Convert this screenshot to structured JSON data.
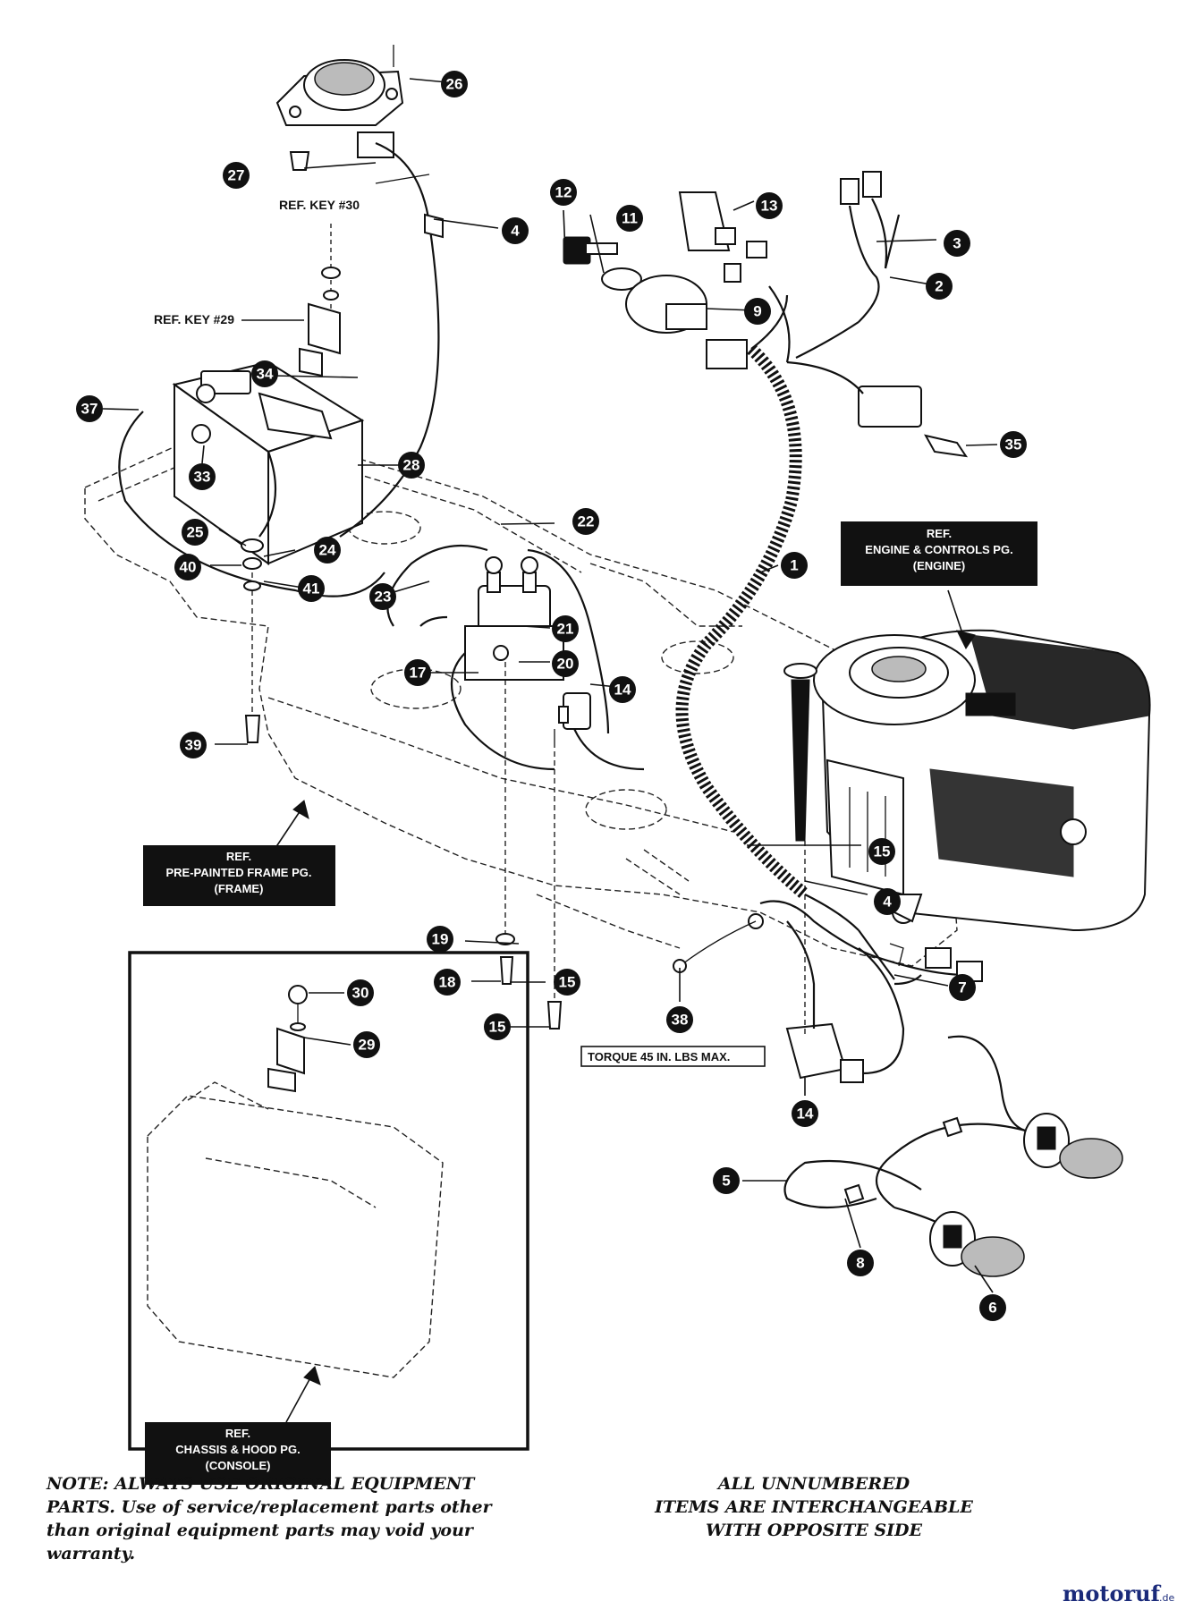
{
  "callouts": {
    "c1": "1",
    "c2": "2",
    "c3": "3",
    "c4a": "4",
    "c4b": "4",
    "c5": "5",
    "c6": "6",
    "c7": "7",
    "c8": "8",
    "c9": "9",
    "c11": "11",
    "c12": "12",
    "c13": "13",
    "c14a": "14",
    "c14b": "14",
    "c15a": "15",
    "c15b": "15",
    "c15c": "15",
    "c17": "17",
    "c18": "18",
    "c19": "19",
    "c20": "20",
    "c21": "21",
    "c22": "22",
    "c23": "23",
    "c24": "24",
    "c25": "25",
    "c26": "26",
    "c27": "27",
    "c28": "28",
    "c29": "29",
    "c30": "30",
    "c33": "33",
    "c34": "34",
    "c35": "35",
    "c37": "37",
    "c38": "38",
    "c39": "39",
    "c40": "40",
    "c41": "41"
  },
  "labels": {
    "ref_key_30": "REF. KEY #30",
    "ref_key_29": "REF. KEY #29",
    "torque": "TORQUE 45 IN. LBS MAX."
  },
  "ref_boxes": {
    "engine": [
      "REF.",
      "ENGINE & CONTROLS PG.",
      "(ENGINE)"
    ],
    "frame": [
      "REF.",
      "PRE-PAINTED FRAME PG.",
      "(FRAME)"
    ],
    "chassis": [
      "REF.",
      "CHASSIS & HOOD PG.",
      "(CONSOLE)"
    ]
  },
  "notes": {
    "left": [
      "NOTE: ALWAYS USE ORIGINAL EQUIPMENT",
      "PARTS. Use of service/replacement parts other",
      "than original equipment parts may void your",
      "warranty."
    ],
    "right": [
      "ALL UNNUMBERED",
      "ITEMS ARE INTERCHANGEABLE",
      "WITH OPPOSITE SIDE"
    ]
  },
  "watermark": {
    "brand": "motoruf",
    "tld": ".de"
  }
}
